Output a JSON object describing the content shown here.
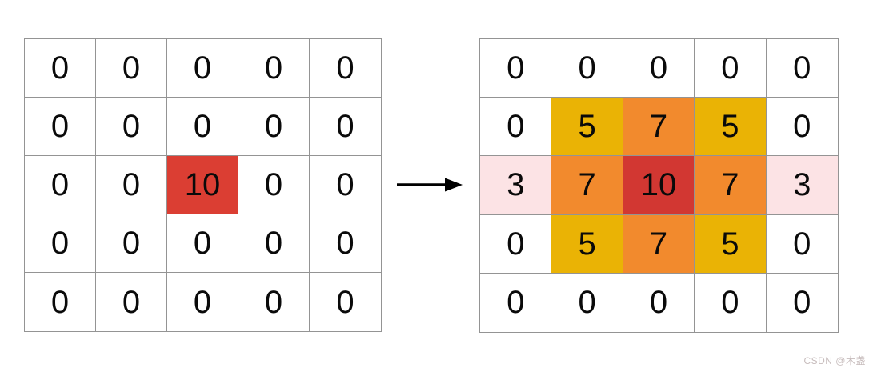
{
  "colors": {
    "grid_border": "#949494",
    "cell_white": "#ffffff",
    "cell_red_left": "#db3e33",
    "cell_red_right": "#d23732",
    "cell_orange": "#f28a2d",
    "cell_gold": "#eab305",
    "cell_pink": "#fce3e5",
    "arrow_color": "#000000",
    "watermark_color": "#c7bcbc",
    "digit_color": "#0a0a0a"
  },
  "left_grid": {
    "values": [
      [
        "0",
        "0",
        "0",
        "0",
        "0"
      ],
      [
        "0",
        "0",
        "0",
        "0",
        "0"
      ],
      [
        "0",
        "0",
        "10",
        "0",
        "0"
      ],
      [
        "0",
        "0",
        "0",
        "0",
        "0"
      ],
      [
        "0",
        "0",
        "0",
        "0",
        "0"
      ]
    ],
    "backgrounds": [
      [
        "white",
        "white",
        "white",
        "white",
        "white"
      ],
      [
        "white",
        "white",
        "white",
        "white",
        "white"
      ],
      [
        "white",
        "white",
        "red_left",
        "white",
        "white"
      ],
      [
        "white",
        "white",
        "white",
        "white",
        "white"
      ],
      [
        "white",
        "white",
        "white",
        "white",
        "white"
      ]
    ]
  },
  "right_grid": {
    "values": [
      [
        "0",
        "0",
        "0",
        "0",
        "0"
      ],
      [
        "0",
        "5",
        "7",
        "5",
        "0"
      ],
      [
        "3",
        "7",
        "10",
        "7",
        "3"
      ],
      [
        "0",
        "5",
        "7",
        "5",
        "0"
      ],
      [
        "0",
        "0",
        "0",
        "0",
        "0"
      ]
    ],
    "backgrounds": [
      [
        "white",
        "white",
        "white",
        "white",
        "white"
      ],
      [
        "white",
        "gold",
        "orange",
        "gold",
        "white"
      ],
      [
        "pink",
        "orange",
        "red_right",
        "orange",
        "pink"
      ],
      [
        "white",
        "gold",
        "orange",
        "gold",
        "white"
      ],
      [
        "white",
        "white",
        "white",
        "white",
        "white"
      ]
    ]
  },
  "arrow": {
    "type": "right-arrow"
  },
  "watermark": {
    "text": "CSDN @木盏"
  }
}
